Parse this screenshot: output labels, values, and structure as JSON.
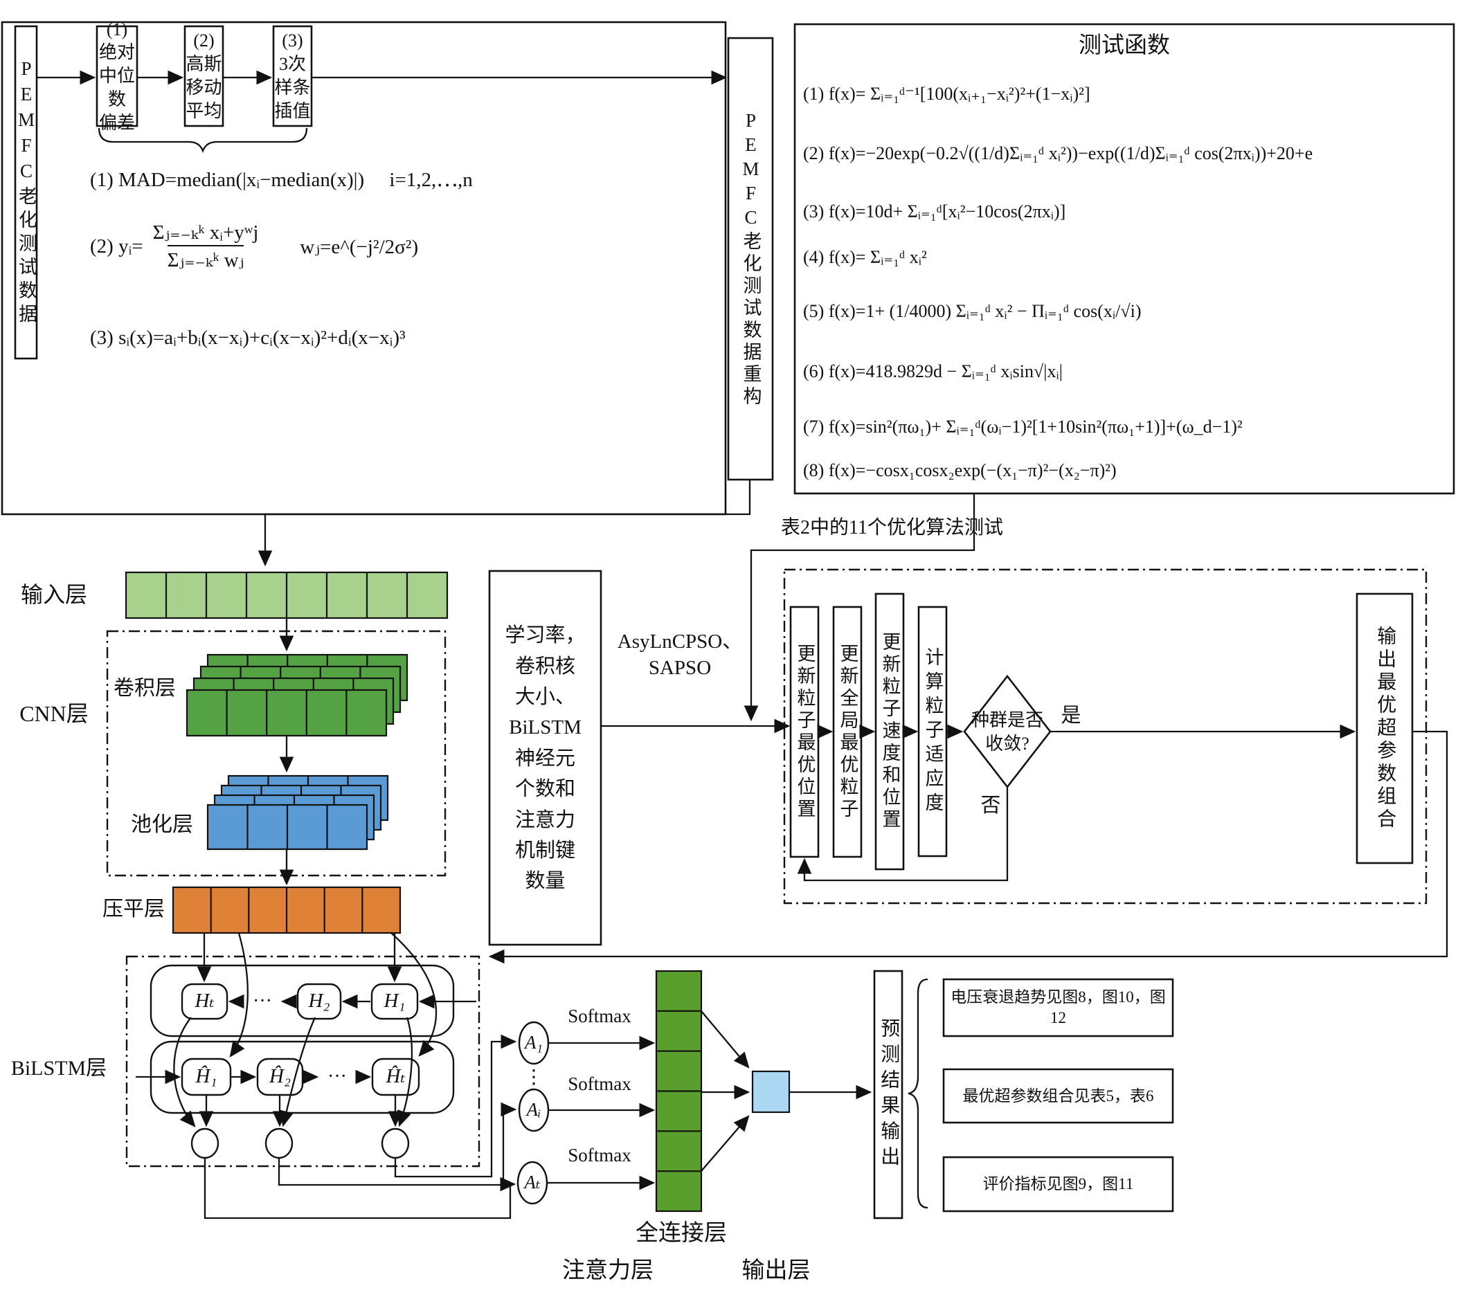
{
  "preprocess": {
    "source_label": "PEMFC老化测试数据",
    "recon_label": "PEMFC老化测试数据重构",
    "steps": [
      {
        "label": "(1)\n绝对\n中位数\n偏差"
      },
      {
        "label": "(2)\n高斯\n移动\n平均"
      },
      {
        "label": "(3)\n3次\n样条\n插值"
      }
    ],
    "formula1": "(1) MAD=median(|xᵢ−median(x)|)　 i=1,2,⋯,n",
    "formula2_prefix": "(2) yᵢ=",
    "formula2_num": "Σⱼ₌₋ₖᵏ xᵢ+yʷj",
    "formula2_den": "Σⱼ₌₋ₖᵏ wⱼ",
    "formula2_side": "wⱼ=e^(−j²/2σ²)",
    "formula3": "(3) sᵢ(x)=aᵢ+bᵢ(x−xᵢ)+cᵢ(x−xᵢ)²+dᵢ(x−xᵢ)³"
  },
  "test_functions": {
    "title": "测试函数",
    "items": [
      "(1) f(x)= Σᵢ₌₁ᵈ⁻¹[100(xᵢ₊₁−xᵢ²)²+(1−xᵢ)²]",
      "(2) f(x)=−20exp(−0.2√((1/d)Σᵢ₌₁ᵈ xᵢ²))−exp((1/d)Σᵢ₌₁ᵈ cos(2πxᵢ))+20+e",
      "(3) f(x)=10d+ Σᵢ₌₁ᵈ[xᵢ²−10cos(2πxᵢ)]",
      "(4) f(x)= Σᵢ₌₁ᵈ xᵢ²",
      "(5) f(x)=1+ (1/4000) Σᵢ₌₁ᵈ xᵢ² − Πᵢ₌₁ᵈ cos(xᵢ/√i)",
      "(6) f(x)=418.9829d − Σᵢ₌₁ᵈ xᵢsin√|xᵢ|",
      "(7) f(x)=sin²(πω₁)+ Σᵢ₌₁ᵈ(ωᵢ−1)²[1+10sin²(πω₁+1)]+(ω_d−1)²",
      "(8) f(x)=−cosx₁cosx₂exp(−(x₁−π)²−(x₂−π)²)"
    ]
  },
  "table2_note": "表2中的11个优化算法测试",
  "hyperparams_label": "学习率，\n卷积核\n大小、\nBiLSTM\n神经元\n个数和\n注意力\n机制键\n数量",
  "pso_algo_label": "AsyLnCPSO、\nSAPSO",
  "cnn": {
    "input_label": "输入层",
    "cnn_label": "CNN层",
    "conv_label": "卷积层",
    "pool_label": "池化层",
    "flatten_label": "压平层",
    "input_cells": 8,
    "conv_cells": 5,
    "conv_layers": 4,
    "pool_cells": 4,
    "pool_layers": 4,
    "flatten_cells": 6
  },
  "bilstm": {
    "label": "BiLSTM层",
    "backward": [
      "Hₜ",
      "H₂",
      "H₁"
    ],
    "forward": [
      "Ĥ₁",
      "Ĥ₂",
      "Ĥₜ"
    ],
    "dots": "···"
  },
  "attention": {
    "label": "注意力层",
    "nodes": [
      "A₁",
      "Aᵢ",
      "Aₜ"
    ],
    "vdots": "⋮",
    "softmax": "Softmax"
  },
  "fc_label": "全连接层",
  "output_label": "输出层",
  "pso": {
    "steps": [
      "更新粒子最优位置",
      "更新全局最优粒子",
      "更新粒子速度和位置",
      "计算粒子适应度"
    ],
    "decision": "种群是否\n收敛?",
    "yes": "是",
    "no": "否",
    "output": "输出最优超参数组合"
  },
  "results": {
    "box_label": "预测结果输出",
    "items": [
      "电压衰退趋势见图8，图10，图12",
      "最优超参数组合见表5，表6",
      "评价指标见图9，图11"
    ]
  },
  "colors": {
    "input_green": "#a9d18e",
    "conv_green": "#55a245",
    "pool_blue": "#5b9bd5",
    "flatten_orange": "#e08138",
    "fc_olive": "#5a9e2d",
    "output_blue": "#abd7f3"
  }
}
